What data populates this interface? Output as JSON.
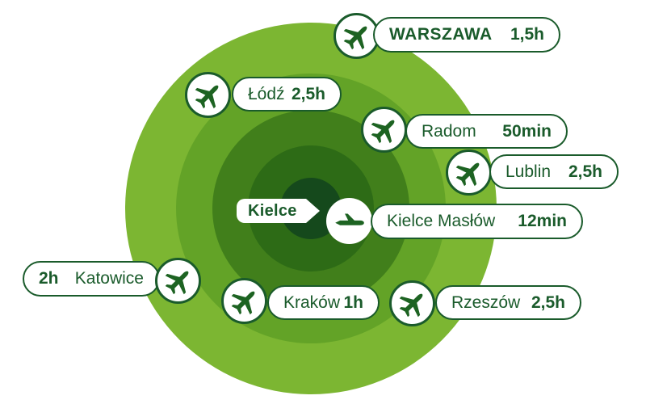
{
  "center": {
    "label": "Kielce"
  },
  "colors": {
    "ring_outer": "#7cb632",
    "ring_2": "#63a327",
    "ring_3": "#417f1b",
    "ring_4": "#2d6b16",
    "ring_center": "#15491c",
    "dark_green_text_border": "#1a5b2b",
    "airplane_green": "#1d6322",
    "label_background": "#ffffff"
  },
  "icons": {
    "airplane_diagonal": "airplane-icon",
    "airplane_side": "airplane-side-icon"
  },
  "destinations": [
    {
      "name": "WARSZAWA",
      "time": "1,5h"
    },
    {
      "name": "Łódź",
      "time": "2,5h"
    },
    {
      "name": "Radom",
      "time": "50min"
    },
    {
      "name": "Lublin",
      "time": "2,5h"
    },
    {
      "name": "Kielce Masłów",
      "time": "12min"
    },
    {
      "name": "Katowice",
      "time": "2h"
    },
    {
      "name": "Kraków",
      "time": "1h"
    },
    {
      "name": "Rzeszów",
      "time": "2,5h"
    }
  ]
}
